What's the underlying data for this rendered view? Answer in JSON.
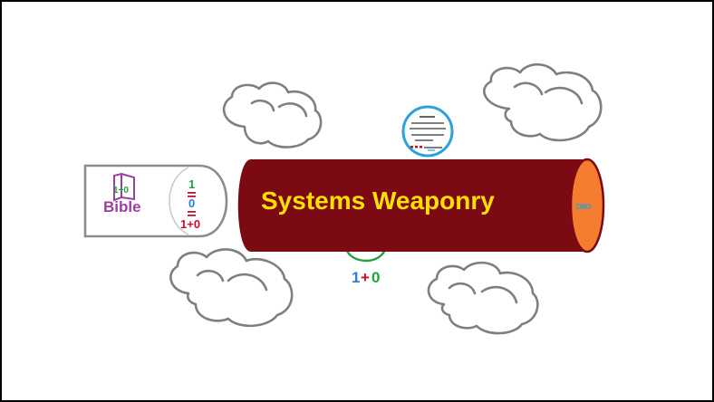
{
  "colors": {
    "cylinder_body": "#7b0a12",
    "cylinder_cap": "#f47d30",
    "title_text": "#ffe000",
    "cap_text": "#2a9fd6",
    "cloud_stroke": "#7f7f7f",
    "badge_ring": "#2aa3d9",
    "holder_stroke": "#8c8c8c",
    "bible_purple": "#9b3fa0",
    "green": "#21a33b",
    "blue": "#2a82d3",
    "red": "#c8102e"
  },
  "cylinder": {
    "title": "Systems Weaponry",
    "cap_label": "ZMO"
  },
  "bible_panel": {
    "label": "Bible",
    "book_label": "1+0",
    "equation_top": "1",
    "equation_mid": "0",
    "equation_bottom": "1+0"
  },
  "lower_formula": {
    "left": "1",
    "plus": "+",
    "right": "0"
  },
  "icons": {
    "clouds": [
      "cloud-icon",
      "cloud-icon",
      "cloud-icon",
      "cloud-icon"
    ],
    "badge": "music-staff-icon",
    "book": "book-icon"
  }
}
